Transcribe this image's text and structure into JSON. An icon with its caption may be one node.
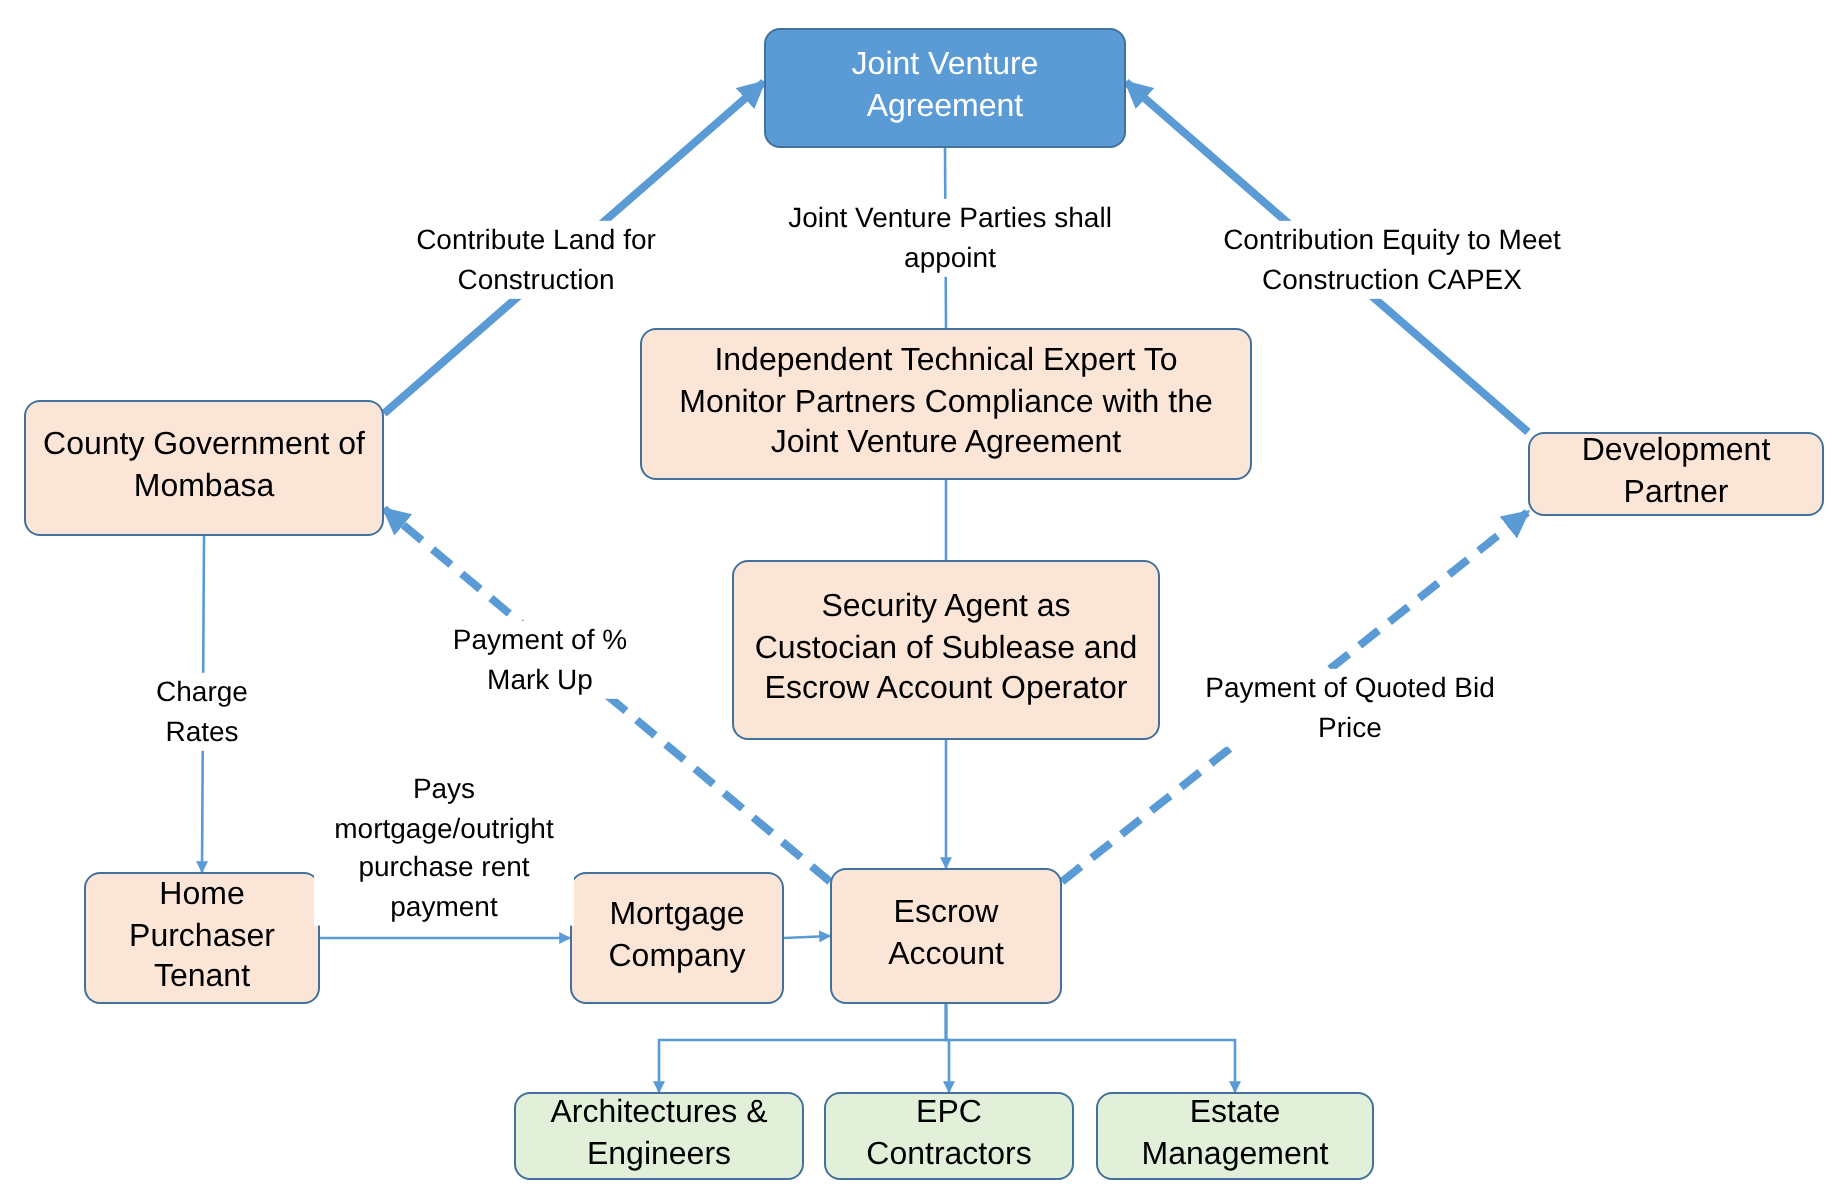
{
  "diagram": {
    "nodes": [
      {
        "text": [
          "Joint Venture Agreement"
        ]
      },
      {
        "text": [
          "County Government of Mombasa"
        ]
      },
      {
        "text": [
          "Independent Technical Expert To Monitor Partners Compliance with the Joint Venture Agreement"
        ]
      },
      {
        "text": [
          "Development Partner"
        ]
      },
      {
        "text": [
          "Security Agent as Custocian of Sublease and Escrow Account Operator"
        ]
      },
      {
        "text": [
          "Home Purchaser Tenant"
        ]
      },
      {
        "text": [
          "Mortgage Company"
        ]
      },
      {
        "text": [
          "Escrow Account"
        ]
      },
      {
        "text": [
          "Architectures & Engineers"
        ]
      },
      {
        "text": [
          "EPC Contractors"
        ]
      },
      {
        "text": [
          "Estate Management"
        ]
      }
    ],
    "edges": [
      {
        "from": 1,
        "to": 0,
        "arrow": "to",
        "label": "Contribute Land for Construction",
        "style": "thick"
      },
      {
        "from": 3,
        "to": 0,
        "arrow": "to",
        "label": "Contribution Equity to Meet Construction CAPEX",
        "style": "thick"
      },
      {
        "from": 0,
        "to": 2,
        "arrow": "none",
        "label": "Joint Venture Parties shall appoint"
      },
      {
        "from": 2,
        "to": 4,
        "arrow": "none"
      },
      {
        "from": 4,
        "to": 7,
        "arrow": "to"
      },
      {
        "from": 1,
        "to": 5,
        "arrow": "to",
        "label": "Charge Rates"
      },
      {
        "from": 5,
        "to": 6,
        "arrow": "to",
        "label": "Pays mortgage/outright purchase rent payment"
      },
      {
        "from": 6,
        "to": 7,
        "arrow": "to"
      },
      {
        "from": 7,
        "to": 1,
        "arrow": "to",
        "label": "Payment of % Mark Up",
        "style": "dashed"
      },
      {
        "from": 7,
        "to": 3,
        "arrow": "to",
        "label": "Payment of Quoted Bid Price",
        "style": "dashed"
      },
      {
        "from": 7,
        "to": 8,
        "arrow": "to"
      },
      {
        "from": 7,
        "to": 9,
        "arrow": "to"
      },
      {
        "from": 7,
        "to": 10,
        "arrow": "to"
      }
    ]
  }
}
